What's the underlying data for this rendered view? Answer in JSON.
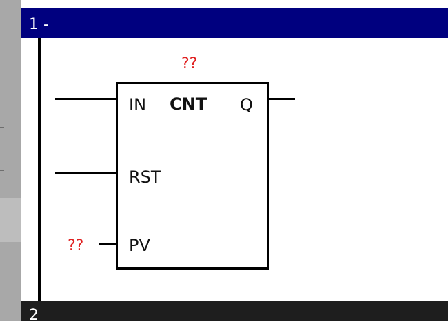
{
  "rung_current": {
    "number_label": "1 -"
  },
  "rung_next": {
    "number_label": "2"
  },
  "function_block": {
    "type": "CNT",
    "instance_name": "??",
    "inputs": [
      "IN",
      "RST",
      "PV"
    ],
    "outputs": [
      "Q"
    ],
    "pv_value": "??"
  },
  "colors": {
    "header_blue": "#00007f",
    "unassigned_red": "#e02020"
  }
}
